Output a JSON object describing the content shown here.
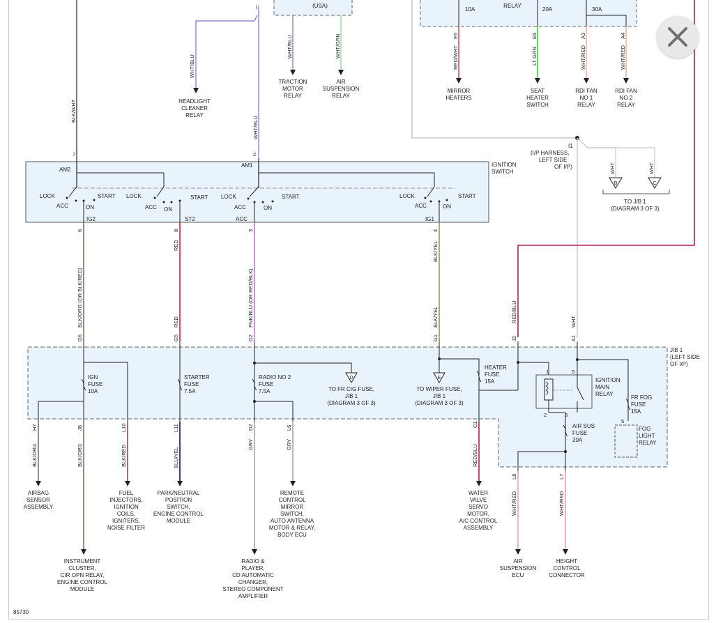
{
  "diagram_id": "85730",
  "header_labels": {
    "usa": "(USA)",
    "relay": "RELAY",
    "fuse_10a": "10A",
    "fuse_20a": "20A",
    "fuse_30a": "30A"
  },
  "top_wires": [
    {
      "pin": "",
      "wire": "WHT/BLU",
      "load": [
        "HEADLIGHT",
        "CLEANER",
        "RELAY"
      ]
    },
    {
      "pin": "",
      "wire": "WHT/BLU",
      "load": [
        "TRACTION",
        "MOTOR",
        "RELAY"
      ]
    },
    {
      "pin": "",
      "wire": "WHT/GRN",
      "load": [
        "AIR",
        "SUSPENSION",
        "RELAY"
      ]
    },
    {
      "pin": "E5",
      "wire": "RED/WHT",
      "load": [
        "MIRROR",
        "HEATERS"
      ]
    },
    {
      "pin": "E6",
      "wire": "LT GRN",
      "load": [
        "SEAT",
        "HEATER",
        "SWITCH"
      ]
    },
    {
      "pin": "A3",
      "wire": "WHT/RED",
      "load": [
        "RDI FAN",
        "NO 1",
        "RELAY"
      ]
    },
    {
      "pin": "A4",
      "wire": "WHT/RED",
      "load": [
        "RDI FAN",
        "NO 2",
        "RELAY"
      ]
    }
  ],
  "feed_wires": [
    {
      "pin": "7",
      "wire": "BLK/WHT"
    },
    {
      "pin": "2",
      "wire": "WHT/BLU"
    }
  ],
  "splice": {
    "id": "I1",
    "label": [
      "(I/P HARNESS,",
      "LEFT SIDE",
      "OF I/P)"
    ],
    "branches": [
      {
        "wire": "WHT",
        "conn": "B"
      },
      {
        "wire": "WHT",
        "conn": "C"
      }
    ],
    "to": [
      "TO J/B 1",
      "(DIAGRAM 3 OF 3)"
    ]
  },
  "ignition_switch": {
    "title": [
      "IGNITION",
      "SWITCH"
    ],
    "inputs": [
      "AM2",
      "AM1"
    ],
    "positions": [
      "LOCK",
      "ACC",
      "ON",
      "START"
    ],
    "outputs": [
      {
        "pin": "6",
        "term": "IG2"
      },
      {
        "pin": "8",
        "term": "ST2"
      },
      {
        "pin": "3",
        "term": "ACC"
      },
      {
        "pin": "4",
        "term": "IG1"
      }
    ]
  },
  "mid_wires": [
    {
      "wire": "BLK/ORG (OR BLK/RED)",
      "pin": "G6"
    },
    {
      "wire": "RED",
      "wire2": "RED",
      "pin": "G5"
    },
    {
      "wire": "PNK/BLU (OR RED/BLK)",
      "pin": "G2"
    },
    {
      "wire": "BLK/YEL",
      "wire2": "BLK/YEL",
      "pin": "G1"
    },
    {
      "wire": "RED/BLU",
      "pin": "J2"
    },
    {
      "wire": "WHT",
      "pin": "A1"
    }
  ],
  "junction_block": {
    "title": [
      "J/B 1",
      "(LEFT SIDE",
      "OF I/P)"
    ],
    "fuses": [
      {
        "name": [
          "IGN",
          "FUSE"
        ],
        "amps": "10A"
      },
      {
        "name": [
          "STARTER",
          "FUSE"
        ],
        "amps": "7.5A"
      },
      {
        "name": [
          "RADIO NO 2",
          "FUSE"
        ],
        "amps": "7.5A"
      },
      {
        "name": [
          "HEATER",
          "FUSE"
        ],
        "amps": "15A"
      },
      {
        "name": [
          "AIR SUS",
          "FUSE"
        ],
        "amps": "20A"
      },
      {
        "name": [
          "FR FOG",
          "FUSE"
        ],
        "amps": "15A"
      }
    ],
    "relays": [
      {
        "name": [
          "IGNITION",
          "MAIN",
          "RELAY"
        ],
        "pins": [
          "1",
          "5",
          "2",
          "3"
        ]
      },
      {
        "name": [
          "FOG",
          "LIGHT",
          "RELAY"
        ],
        "pins": [
          "5"
        ]
      }
    ],
    "refs": [
      {
        "conn": "D",
        "text": [
          "TO FR CIG FUSE,",
          "J/B 1",
          "(DIAGRAM 3 OF 3)"
        ]
      },
      {
        "conn": "E",
        "text": [
          "TO WIPER FUSE,",
          "J/B 1",
          "(DIAGRAM 3 OF 3)"
        ]
      }
    ]
  },
  "outputs": [
    {
      "pin": "H7",
      "wire": "BLK/ORG",
      "load": [
        "AIRBAG",
        "SENSOR",
        "ASSEMBLY"
      ]
    },
    {
      "pin": "J8",
      "wire": "BLK/ORG",
      "load": [
        "INSTRUMENT",
        "CLUSTER,",
        "CIR OPN RELAY,",
        "ENGINE CONTROL",
        "MODULE"
      ]
    },
    {
      "pin": "L10",
      "wire": "BLK/RED",
      "load": [
        "FUEL",
        "INJECTORS,",
        "IGNITION",
        "COILS,",
        "IGNITERS,",
        "NOISE FILTER"
      ]
    },
    {
      "pin": "L11",
      "wire": "BLU/YEL",
      "load": [
        "PARK/NEUTRAL",
        "POSITION",
        "SWITCH,",
        "ENGINE CONTROL",
        "MODULE"
      ]
    },
    {
      "pin": "D2",
      "wire": "GRY",
      "load": [
        "RADIO &",
        "PLAYER,",
        "CD AUTOMATIC",
        "CHANGER,",
        "STEREO COMPONENT",
        "AMPLIFIER"
      ]
    },
    {
      "pin": "L6",
      "wire": "GRY",
      "load": [
        "REMOTE",
        "CONTROL",
        "MIRROR",
        "SWITCH,",
        "AUTO ANTENNA",
        "MOTOR & RELAY,",
        "BODY ECU"
      ]
    },
    {
      "pin": "C1",
      "wire": "RED/BLU",
      "load": [
        "WATER",
        "VALVE",
        "SERVO",
        "MOTOR,",
        "A/C CONTROL",
        "ASSEMBLY"
      ]
    },
    {
      "pin": "L8",
      "wire": "WHT/RED",
      "load": [
        "AIR",
        "SUSPENSION",
        "ECU"
      ]
    },
    {
      "pin": "L7",
      "wire": "WHT/RED",
      "load": [
        "HEIGHT",
        "CONTROL",
        "CONNECTOR"
      ]
    }
  ],
  "colors": {
    "box_fill": "#e8f3fb",
    "wire_blk": "#222222",
    "wire_blu": "#7d6fd0",
    "wire_grn": "#8fcf8f",
    "wire_red": "#e03a3a",
    "wire_ltgrn": "#2fd12f",
    "wire_pink": "#f0b0b0",
    "wire_maroon": "#b0205a",
    "wire_grey": "#c8c8c8",
    "wire_pnk": "#b06ad0",
    "wire_olive": "#8a8a40",
    "wire_brown": "#7a5a3a",
    "wire_navy": "#101070",
    "wire_gry": "#999999",
    "wire_whtred": "#f0a0b0"
  },
  "close_icon": "close-x-icon"
}
